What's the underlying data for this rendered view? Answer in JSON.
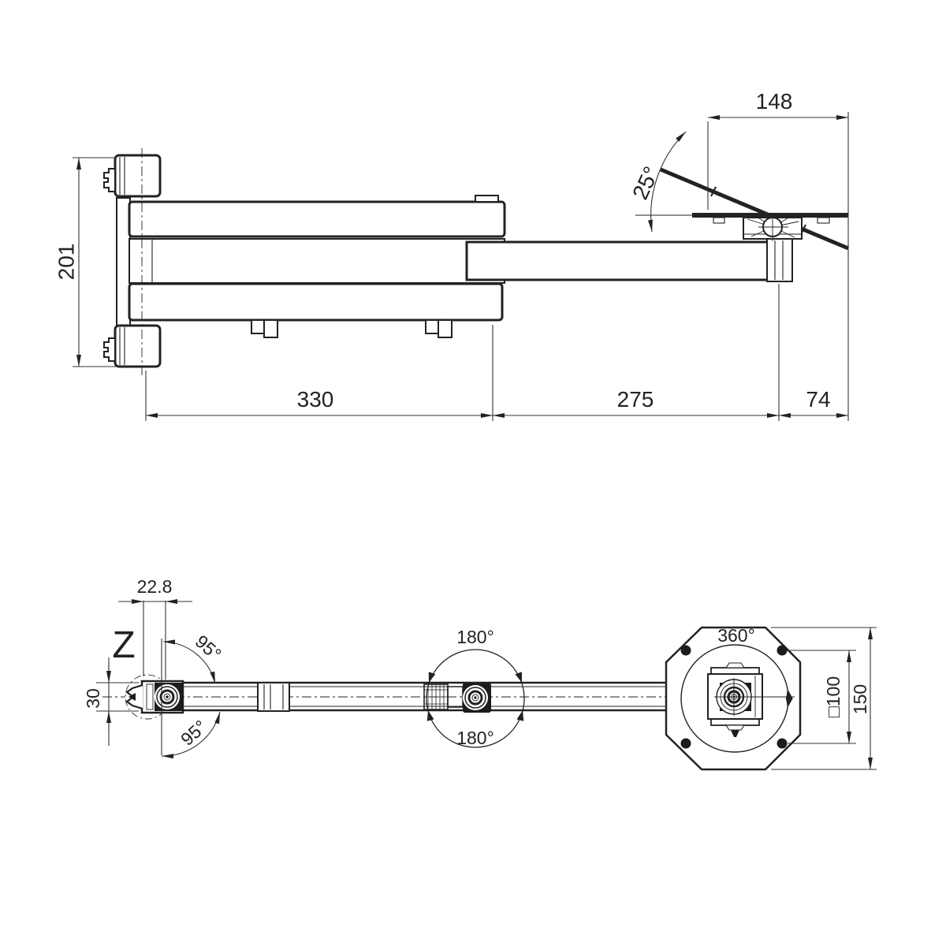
{
  "top_view": {
    "overall_height": "201",
    "arm_segment_1": "330",
    "arm_segment_2": "275",
    "head_offset": "74",
    "plate_width": "148",
    "tilt_angle": "25°"
  },
  "bottom_view": {
    "detail_label": "Z",
    "wall_offset": "22.8",
    "profile_height": "30",
    "swivel_upper": "95°",
    "swivel_lower": "95°",
    "mid_joint_upper": "180°",
    "mid_joint_lower": "180°",
    "plate_rotation": "360°",
    "vesa_size": "□100",
    "plate_diameter": "150"
  },
  "colors": {
    "line": "#222222",
    "background": "#ffffff"
  }
}
